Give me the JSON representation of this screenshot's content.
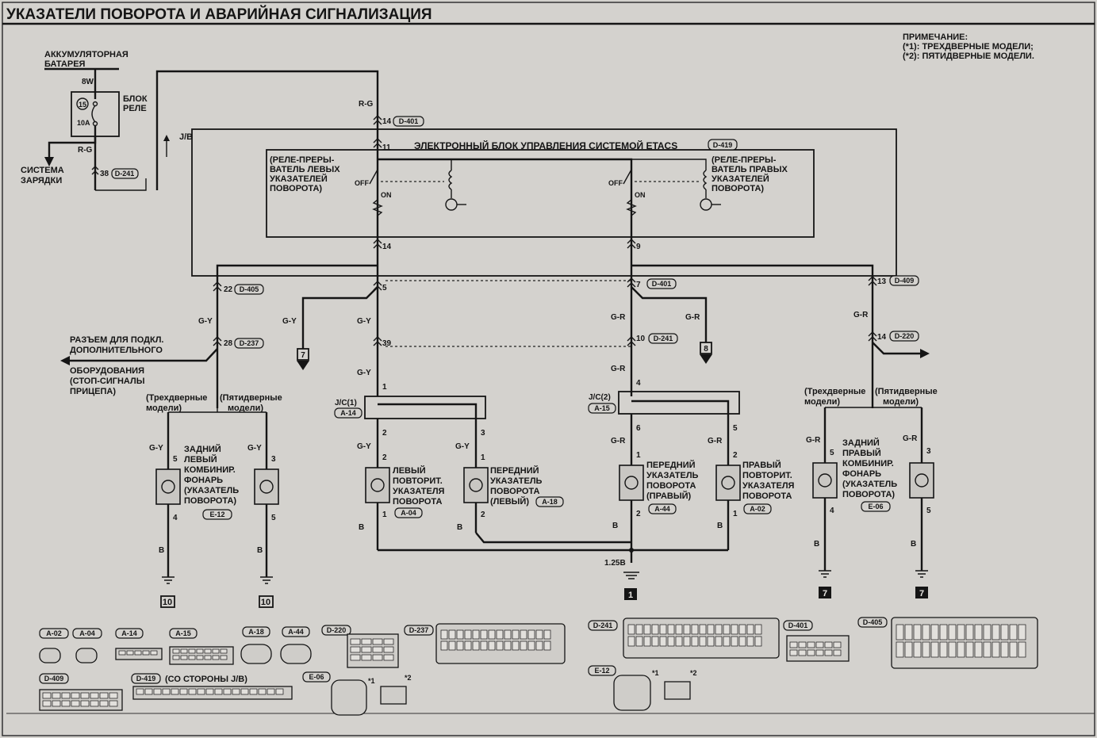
{
  "title": "УКАЗАТЕЛИ ПОВОРОТА И АВАРИЙНАЯ СИГНАЛИЗАЦИЯ",
  "note": {
    "heading": "ПРИМЕЧАНИЕ:",
    "line1": "(*1): ТРЕХДВЕРНЫЕ МОДЕЛИ;",
    "line2": "(*2): ПЯТИДВЕРНЫЕ МОДЕЛИ."
  },
  "battery": {
    "line1": "АККУМУЛЯТОРНАЯ",
    "line2": "БАТАРЕЯ",
    "wire": "8W"
  },
  "relay_block": {
    "line1": "БЛОК",
    "line2": "РЕЛЕ",
    "fuse_num": "15",
    "fuse_amp": "10A"
  },
  "charging": {
    "line1": "СИСТЕМА",
    "line2": "ЗАРЯДКИ",
    "wire": "R-G",
    "pin": "38",
    "conn": "D-241"
  },
  "jb": "J/B",
  "etacs": {
    "label": "ЭЛЕКТРОННЫЙ БЛОК УПРАВЛЕНИЯ СИСТЕМОЙ ETACS",
    "conn": "D-419",
    "input_wire": "R-G",
    "input_pin": "14",
    "input_conn": "D-401",
    "pin_in": "11",
    "pin_left_out": "14",
    "pin_right_out": "9",
    "off": "OFF",
    "on": "ON",
    "relay_left": [
      "(РЕЛЕ-ПРЕРЫ-",
      "ВАТЕЛЬ ЛЕВЫХ",
      "УКАЗАТЕЛЕЙ",
      "ПОВОРОТА)"
    ],
    "relay_right": [
      "(РЕЛЕ-ПРЕРЫ-",
      "ВАТЕЛЬ ПРАВЫХ",
      "УКАЗАТЕЛЕЙ",
      "ПОВОРОТА)"
    ]
  },
  "connectors_mid": {
    "c22": "22",
    "c22conn": "D-405",
    "c28": "28",
    "c28conn": "D-237",
    "c5": "5",
    "c39": "39",
    "c1": "1",
    "c7": "7",
    "c7conn": "D-401",
    "c10": "10",
    "c10conn": "D-241",
    "c4": "4",
    "c13": "13",
    "c13conn": "D-409",
    "c14": "14",
    "c14conn": "D-220",
    "g7": "7",
    "g8": "8"
  },
  "wires": {
    "gy": "G-Y",
    "gr": "G-R",
    "b": "B",
    "ground": "1.25B"
  },
  "trailer": [
    "РАЗЪЕМ ДЛЯ ПОДКЛ.",
    "ДОПОЛНИТЕЛЬНОГО",
    "ОБОРУДОВАНИЯ",
    "(СТОП-СИГНАЛЫ",
    "ПРИЦЕПА)"
  ],
  "models": {
    "three1": "(Трехдверные",
    "three2": "модели)",
    "five1": "(Пятидверные",
    "five2": "модели)"
  },
  "jc1": {
    "label": "J/C(1)",
    "conn": "A-14"
  },
  "jc2": {
    "label": "J/C(2)",
    "conn": "A-15"
  },
  "lamps": {
    "rear_left": {
      "text": [
        "ЗАДНИЙ",
        "ЛЕВЫЙ",
        "КОМБИНИР.",
        "ФОНАРЬ",
        "(УКАЗАТЕЛЬ",
        "ПОВОРОТА)"
      ],
      "conn": "E-12",
      "pin_top": "5",
      "pin_bot": "4",
      "pin_top2": "3",
      "pin_bot2": "5"
    },
    "left_repeater": {
      "text": [
        "ЛЕВЫЙ",
        "ПОВТОРИТ.",
        "УКАЗАТЕЛЯ",
        "ПОВОРОТА"
      ],
      "conn": "A-04",
      "pin_top": "2",
      "pin_bot": "1"
    },
    "front_left": {
      "text": [
        "ПЕРЕДНИЙ",
        "УКАЗАТЕЛЬ",
        "ПОВОРОТА",
        "(ЛЕВЫЙ)"
      ],
      "conn": "A-18",
      "pin_top": "1",
      "pin_bot": "2",
      "pin_jc": "3"
    },
    "front_right": {
      "text": [
        "ПЕРЕДНИЙ",
        "УКАЗАТЕЛЬ",
        "ПОВОРОТА",
        "(ПРАВЫЙ)"
      ],
      "conn": "A-44",
      "pin_top": "1",
      "pin_bot": "2",
      "pin_jc": "6"
    },
    "right_repeater": {
      "text": [
        "ПРАВЫЙ",
        "ПОВТОРИТ.",
        "УКАЗАТЕЛЯ",
        "ПОВОРОТА"
      ],
      "conn": "A-02",
      "pin_top": "2",
      "pin_bot": "1",
      "pin_jc": "5"
    },
    "rear_right": {
      "text": [
        "ЗАДНИЙ",
        "ПРАВЫЙ",
        "КОМБИНИР.",
        "ФОНАРЬ",
        "(УКАЗАТЕЛЬ",
        "ПОВОРОТА)"
      ],
      "conn": "E-06",
      "pin_top": "5",
      "pin_bot": "4",
      "pin_top2": "3",
      "pin_bot2": "5"
    }
  },
  "grounds": {
    "g10a": "10",
    "g10b": "10",
    "g1": "1",
    "g7a": "7",
    "g7b": "7"
  },
  "bottom_conns": {
    "a02": "A-02",
    "a04": "A-04",
    "a14": "A-14",
    "a15": "A-15",
    "a18": "A-18",
    "a44": "A-44",
    "d220": "D-220",
    "d237": "D-237",
    "d241": "D-241",
    "d401": "D-401",
    "d405": "D-405",
    "d409": "D-409",
    "d419": "D-419",
    "d419_side": "(СО СТОРОНЫ J/B)",
    "e06": "E-06",
    "e12": "E-12",
    "star1": "*1",
    "star2": "*2"
  }
}
